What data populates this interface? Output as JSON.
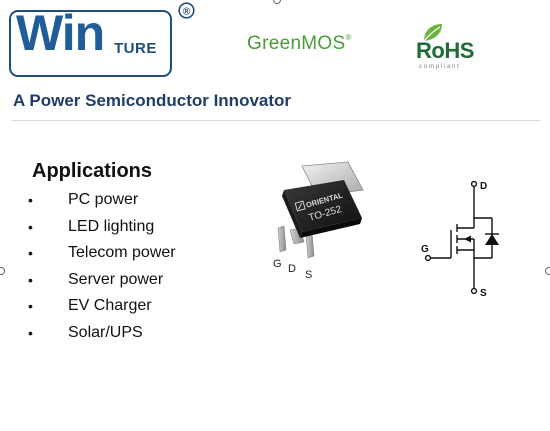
{
  "logo": {
    "win": "Win",
    "ture": "TURE",
    "registered": "®"
  },
  "badges": {
    "greenmos": "GreenMOS",
    "greenmos_mark": "®",
    "rohs": "RoHS",
    "rohs_sub": "compliant"
  },
  "tagline": "A Power Semiconductor Innovator",
  "applications": {
    "title": "Applications",
    "bullet": "•",
    "items": [
      "PC power",
      "LED lighting",
      "Telecom power",
      "Server power",
      "EV Charger",
      "Solar/UPS"
    ]
  },
  "package": {
    "brand": "ORIENTAL",
    "part": "TO-252",
    "pin_labels": [
      "G",
      "D",
      "S"
    ]
  },
  "schematic": {
    "drain": "D",
    "gate": "G",
    "source": "S"
  },
  "colors": {
    "brand_blue": "#1f5c99",
    "green": "#4a9a3a",
    "tagline": "#1f3d66"
  }
}
